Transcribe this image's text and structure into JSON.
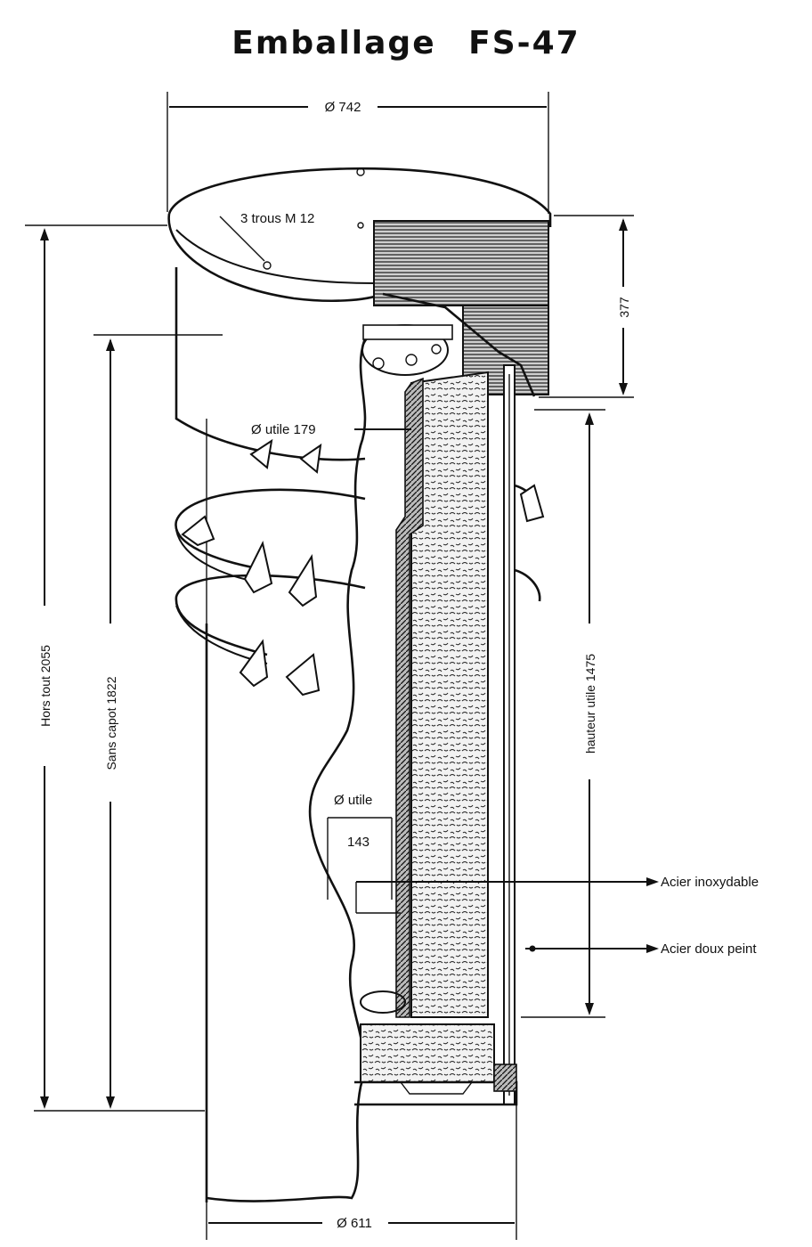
{
  "title": "Emballage FS-47",
  "dimensions": {
    "top_diameter": "Ø 742",
    "bottom_diameter": "Ø 611",
    "lid_height": "377",
    "overall_height": "Hors tout 2055",
    "without_cap_height": "Sans capot 1822",
    "useful_height": "hauteur utile 1475",
    "useful_diameter_top": "Ø utile 179",
    "useful_diameter_lower_a": "Ø utile",
    "useful_diameter_lower_b": "143",
    "bolt_holes": "3 trous M 12"
  },
  "materials": {
    "stainless": "Acier inoxydable",
    "mild_steel": "Acier doux peint"
  },
  "colors": {
    "ink": "#111111",
    "paper": "#ffffff",
    "foam": "#d9d9d9"
  }
}
